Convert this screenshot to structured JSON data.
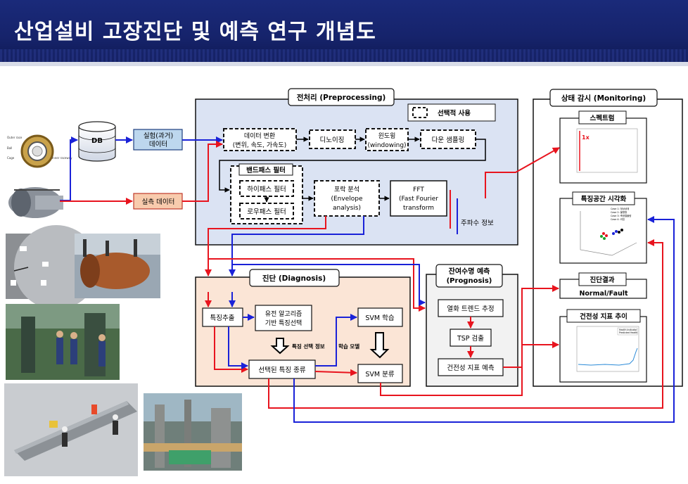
{
  "title": "산업설비 고장진단 및 예측 연구 개념도",
  "colors": {
    "header": "#1a2a7a",
    "preprocess_bg": "#dbe3f3",
    "diagnosis_bg": "#fbe5d6",
    "arrow_red": "#e8141e",
    "arrow_blue": "#1a22d8"
  },
  "sources": {
    "db": "DB",
    "exp_data": [
      "실험(과거)",
      "데이터"
    ],
    "real_data": "실측 데이터"
  },
  "preprocessing": {
    "title": "전처리 (Preprocessing)",
    "legend": "선택적 사용",
    "data_transform": [
      "데이터 변환",
      "(변위, 속도, 가속도)"
    ],
    "denoising": "디노이징",
    "windowing": [
      "윈도윙",
      "(windowing)"
    ],
    "downsampling": "다운 샘플링",
    "bandpass": "밴드패스 필터",
    "highpass": "하이패스 필터",
    "lowpass": "로우패스 필터",
    "envelope": [
      "포락 분석",
      "(Envelope",
      "analysis)"
    ],
    "fft": [
      "FFT",
      "(Fast Fourier",
      "transform"
    ],
    "freq_info": "주파수 정보"
  },
  "diagnosis": {
    "title": "진단 (Diagnosis)",
    "feature_extract": "특징추출",
    "ga_select": [
      "유전 알고리즘",
      "기반 특징선택"
    ],
    "select_info": "특징 선택 정보",
    "selected_types": "선택된 특징 종류",
    "svm_train": "SVM 학습",
    "learn_model": "학습 모델",
    "svm_classify": "SVM 분류"
  },
  "prognosis": {
    "title": [
      "잔여수명 예측",
      "(Prognosis)"
    ],
    "trend": "열화 트렌드 추정",
    "tsp": "TSP 검출",
    "health_predict": "건전성 지표 예측"
  },
  "monitoring": {
    "title": "상태 감시 (Monitoring)",
    "spectrum": "스펙트럼",
    "spectrum_marker": "1x",
    "feature_space": "특징공간 시각화",
    "feature_legend": [
      "Case 1: 정상상태",
      "Case 2: 불평형",
      "Case 3: 축정렬불량",
      "Case 4: 러빙"
    ],
    "diag_result": "진단결과",
    "normal_fault": "Normal/Fault",
    "health_trend": "건전성 지표 추이",
    "health_legend": [
      "Health Indicator",
      "Predicted Health"
    ]
  },
  "bearing_labels": [
    "Outer race",
    "Ball",
    "Cage",
    "Inner raceway"
  ]
}
